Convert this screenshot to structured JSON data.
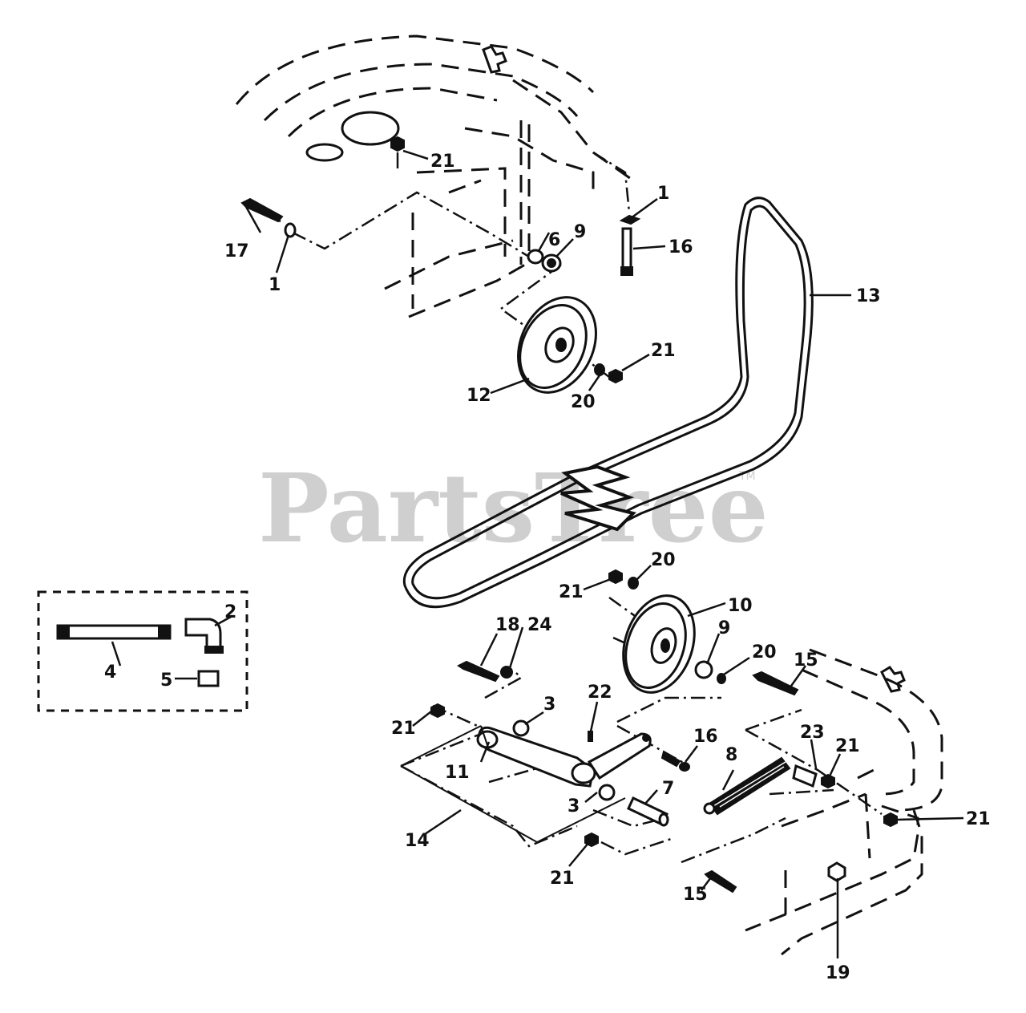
{
  "watermark": {
    "text": "PartsTree",
    "trademark": "TM"
  },
  "labels": {
    "top_nut_21": "21",
    "washer_1_right": "1",
    "bolt_17": "17",
    "washer_1_left": "1",
    "washer_6": "6",
    "spacer_9_top": "9",
    "bolt_16_top": "16",
    "belt_13": "13",
    "nut_21_pulley": "21",
    "pulley_12": "12",
    "washer_20_top": "20",
    "washer_20_mid": "20",
    "nut_21_mid": "21",
    "pulley_10": "10",
    "bolt_18": "18",
    "washer_24": "24",
    "spacer_9_bottom": "9",
    "washer_20_bottom": "20",
    "bolt_15_top": "15",
    "kit_2": "2",
    "kit_4": "4",
    "kit_5": "5",
    "nut_21_left": "21",
    "bushing_3_top": "3",
    "fitting_22": "22",
    "bolt_16_bottom": "16",
    "idler_arm_11": "11",
    "spring_8": "8",
    "spacer_23": "23",
    "nut_21_spring": "21",
    "nut_21_right": "21",
    "bushing_3_bottom": "3",
    "pin_7": "7",
    "bracket_14": "14",
    "nut_21_bottom": "21",
    "bolt_15_bottom": "15",
    "nut_19": "19"
  }
}
